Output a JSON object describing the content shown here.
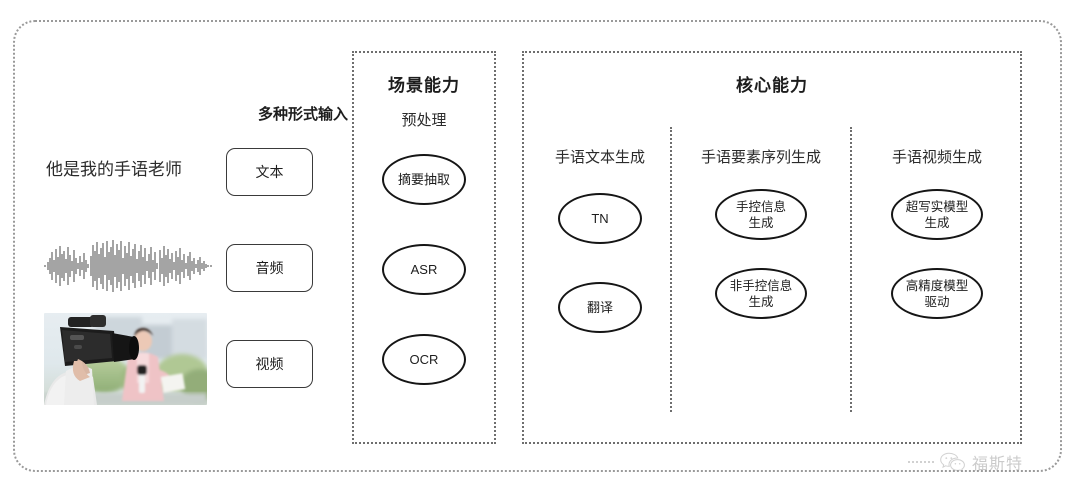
{
  "diagram": {
    "input_section": {
      "header": "多种形式输入",
      "rows": [
        {
          "icon": "text-sample-icon",
          "sample_text": "他是我的手语老师",
          "button_label": "文本"
        },
        {
          "icon": "audio-waveform-icon",
          "sample_text": "",
          "button_label": "音频"
        },
        {
          "icon": "video-thumbnail-icon",
          "sample_text": "",
          "button_label": "视频"
        }
      ]
    },
    "scene_panel": {
      "title": "场景能力",
      "columns": [
        {
          "head": "预处理",
          "nodes": [
            "摘要抽取",
            "ASR",
            "OCR"
          ]
        }
      ]
    },
    "core_panel": {
      "title": "核心能力",
      "columns": [
        {
          "head": "手语文本生成",
          "nodes": [
            "TN",
            "翻译"
          ]
        },
        {
          "head": "手语要素序列生成",
          "nodes": [
            "手控信息\n生成",
            "非手控信息\n生成"
          ]
        },
        {
          "head": "手语视频生成",
          "nodes": [
            "超写实模型\n生成",
            "高精度模型\n驱动"
          ]
        }
      ]
    },
    "watermark": {
      "text": "福斯特",
      "icon": "wechat-icon"
    },
    "colors": {
      "frame_dotted": "#9a9a9a",
      "panel_dotted": "#6e6e6e",
      "node_stroke": "#151515",
      "text": "#2b2b2b",
      "background": "#ffffff"
    }
  }
}
